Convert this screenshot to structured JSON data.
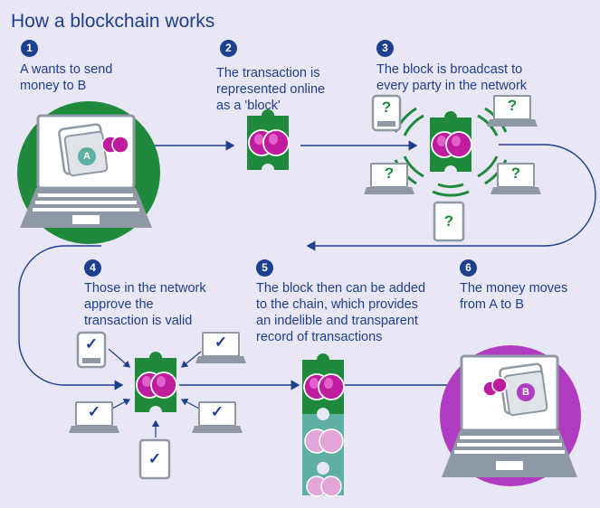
{
  "title": "How a blockchain works",
  "steps": [
    {
      "num": "1",
      "text": "A wants to send\nmoney to B"
    },
    {
      "num": "2",
      "text": "The transaction is\nrepresented online\nas a 'block'"
    },
    {
      "num": "3",
      "text": "The block is broadcast to\nevery party in the network"
    },
    {
      "num": "4",
      "text": "Those in the network\napprove the\ntransaction is valid"
    },
    {
      "num": "5",
      "text": "The block then can be added\nto the chain, which provides\nan indelible and transparent\nrecord of transactions"
    },
    {
      "num": "6",
      "text": "The money moves\nfrom A to B"
    }
  ],
  "labels": {
    "sender": "A",
    "receiver": "B",
    "unknown_mark": "?",
    "approved_mark": "✓"
  },
  "colors": {
    "background": "#e9e6f6",
    "text": "#1d3f8f",
    "green": "#1f8a3b",
    "magenta": "#c01ca0",
    "purple_circle": "#b03cc2",
    "grey": "#8f99a6",
    "teal_block": "#5fb0a4"
  },
  "icons": [
    "laptop-icon",
    "wallet-icon",
    "coin-icon",
    "block-icon",
    "phone-icon",
    "tablet-icon",
    "question-mark-icon",
    "checkmark-icon",
    "arrow-icon"
  ]
}
